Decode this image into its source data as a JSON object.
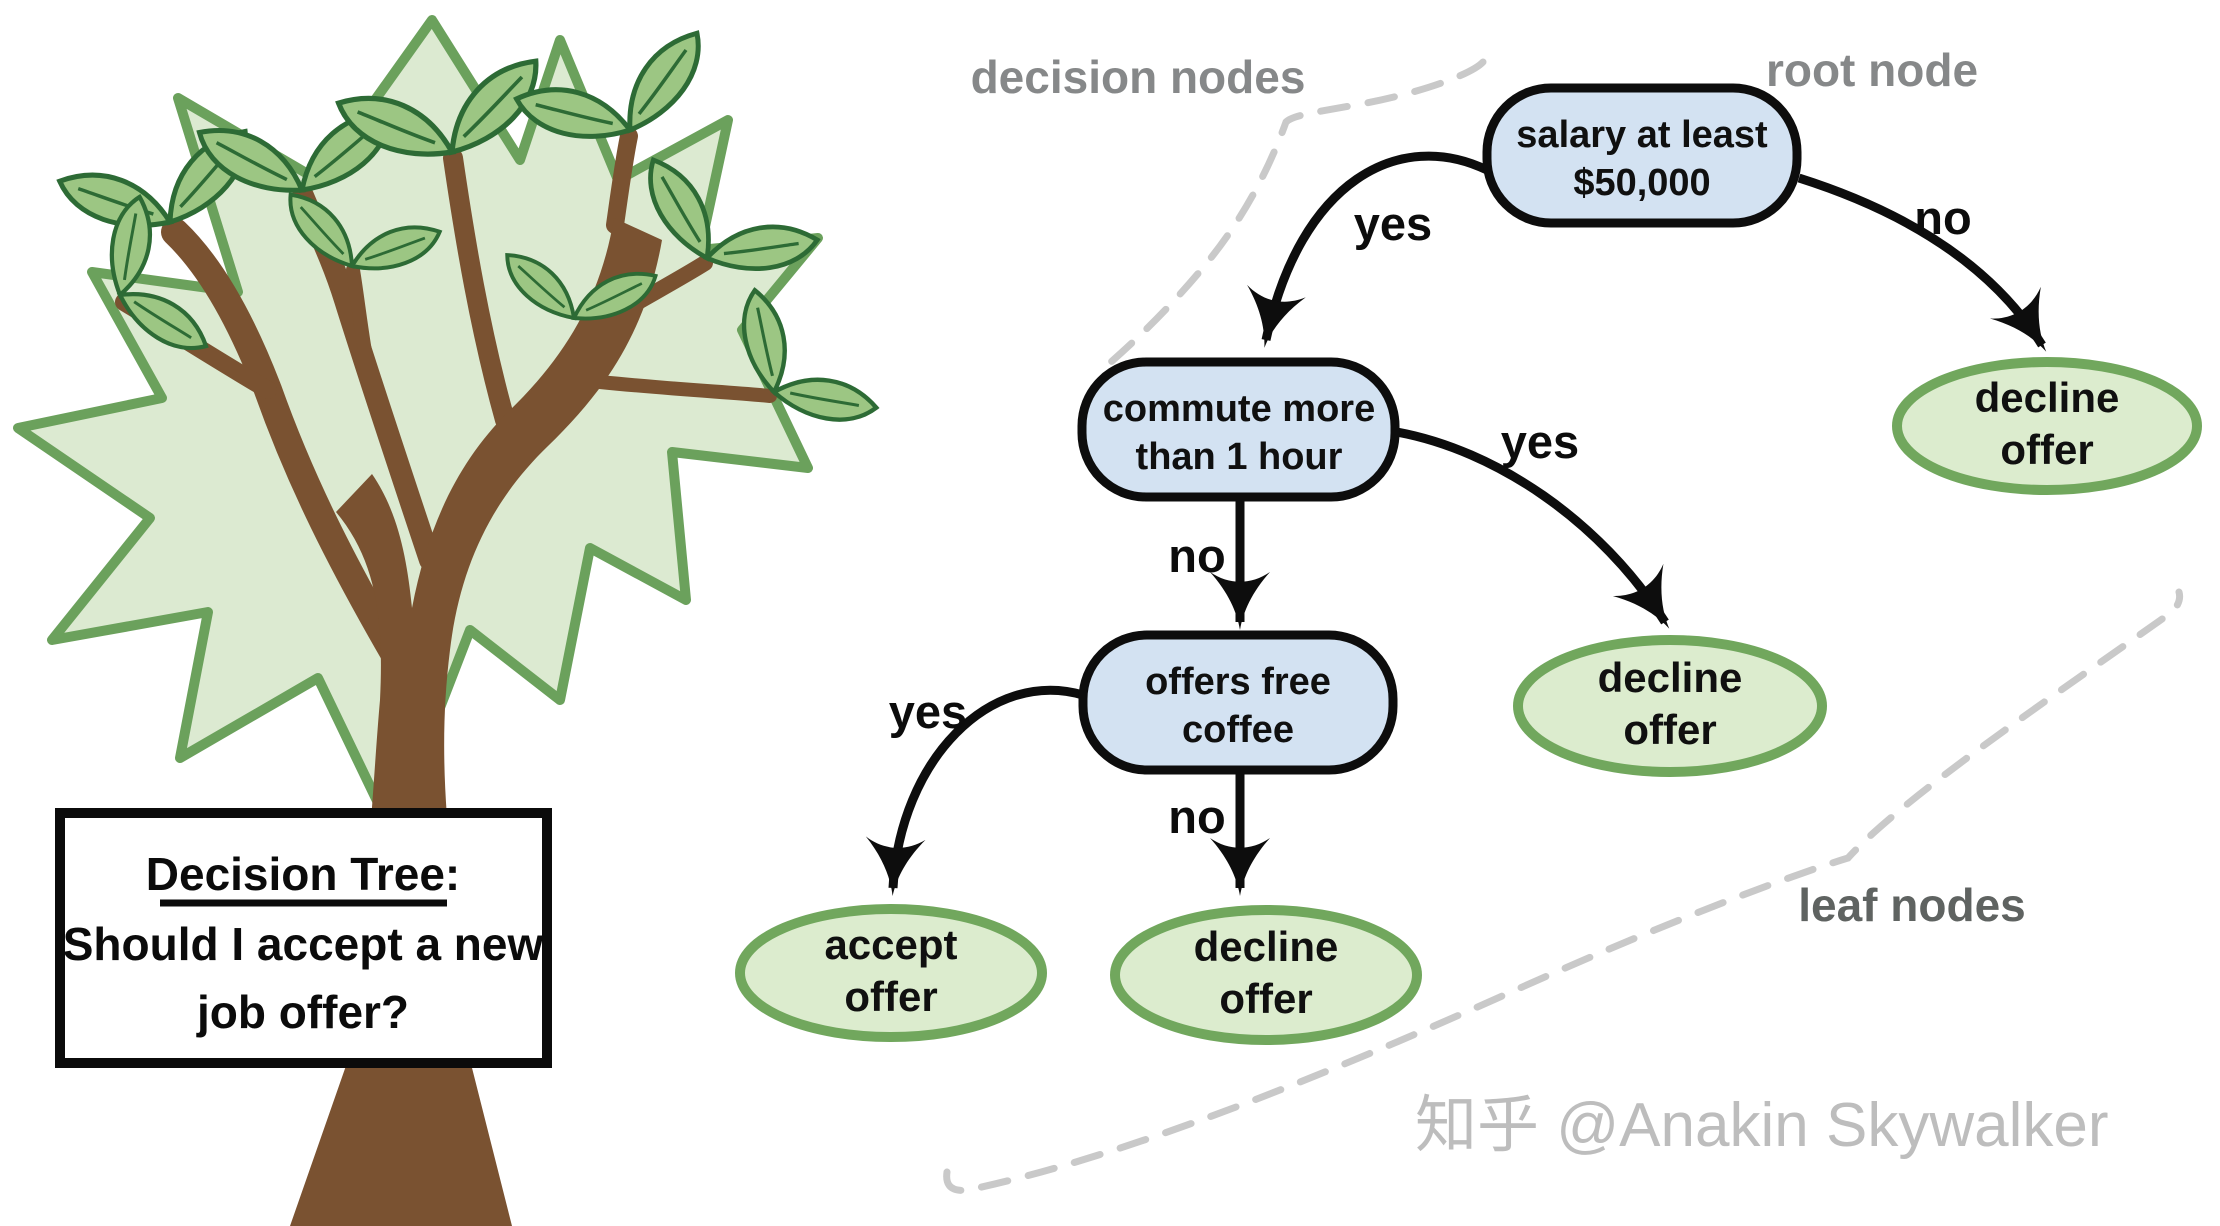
{
  "sign": {
    "line1": "Decision Tree:",
    "line2": "Should I accept a new",
    "line3": "job offer?"
  },
  "annotations": {
    "decision_nodes": "decision nodes",
    "root_node": "root node",
    "leaf_nodes": "leaf nodes"
  },
  "watermark": {
    "text": "知乎 @Anakin Skywalker"
  },
  "diagram": {
    "type": "decision-tree-flowchart",
    "nodes": {
      "root": {
        "kind": "decision",
        "line1": "salary at least",
        "line2": "$50,000"
      },
      "commute": {
        "kind": "decision",
        "line1": "commute more",
        "line2": "than 1 hour"
      },
      "coffee": {
        "kind": "decision",
        "line1": "offers free",
        "line2": "coffee"
      },
      "decline_right": {
        "kind": "leaf",
        "line1": "decline",
        "line2": "offer"
      },
      "decline_mid": {
        "kind": "leaf",
        "line1": "decline",
        "line2": "offer"
      },
      "accept": {
        "kind": "leaf",
        "line1": "accept",
        "line2": "offer"
      },
      "decline_bottom": {
        "kind": "leaf",
        "line1": "decline",
        "line2": "offer"
      }
    },
    "edges": {
      "root_yes": {
        "from": "root",
        "to": "commute",
        "label": "yes"
      },
      "root_no": {
        "from": "root",
        "to": "decline_right",
        "label": "no"
      },
      "commute_no": {
        "from": "commute",
        "to": "coffee",
        "label": "no"
      },
      "commute_yes": {
        "from": "commute",
        "to": "decline_mid",
        "label": "yes"
      },
      "coffee_yes": {
        "from": "coffee",
        "to": "accept",
        "label": "yes"
      },
      "coffee_no": {
        "from": "coffee",
        "to": "decline_bottom",
        "label": "no"
      }
    }
  },
  "colors": {
    "decision_node_fill": "#d3e2f2",
    "leaf_node_fill": "#dcecce",
    "leaf_node_border": "#71a75d",
    "edge_black": "#0d0d0d",
    "annotation_gray": "#868889",
    "annotation_dark_gray": "#5f6361",
    "dashed_gray": "#c9c9c9",
    "watermark_gray": "#bdbdbd",
    "foliage_fill": "#dcead1",
    "foliage_border": "#6ba15c",
    "leaf_fill": "#9cc683",
    "leaf_stroke": "#2d6b35",
    "trunk_brown": "#7a5231"
  }
}
